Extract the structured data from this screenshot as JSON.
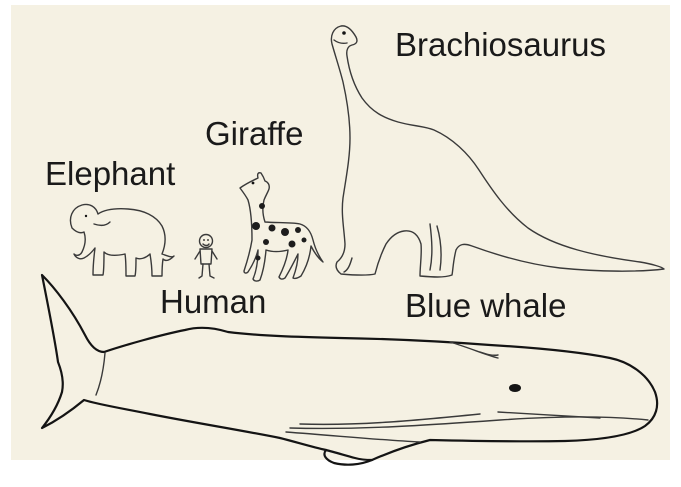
{
  "labels": {
    "brachiosaurus": "Brachiosaurus",
    "giraffe": "Giraffe",
    "elephant": "Elephant",
    "human": "Human",
    "blue_whale": "Blue whale"
  },
  "colors": {
    "background": "#f5f1e3",
    "ink": "#141414"
  },
  "icons": [
    "brachiosaurus-drawing",
    "giraffe-drawing",
    "elephant-drawing",
    "human-drawing",
    "blue-whale-drawing"
  ]
}
